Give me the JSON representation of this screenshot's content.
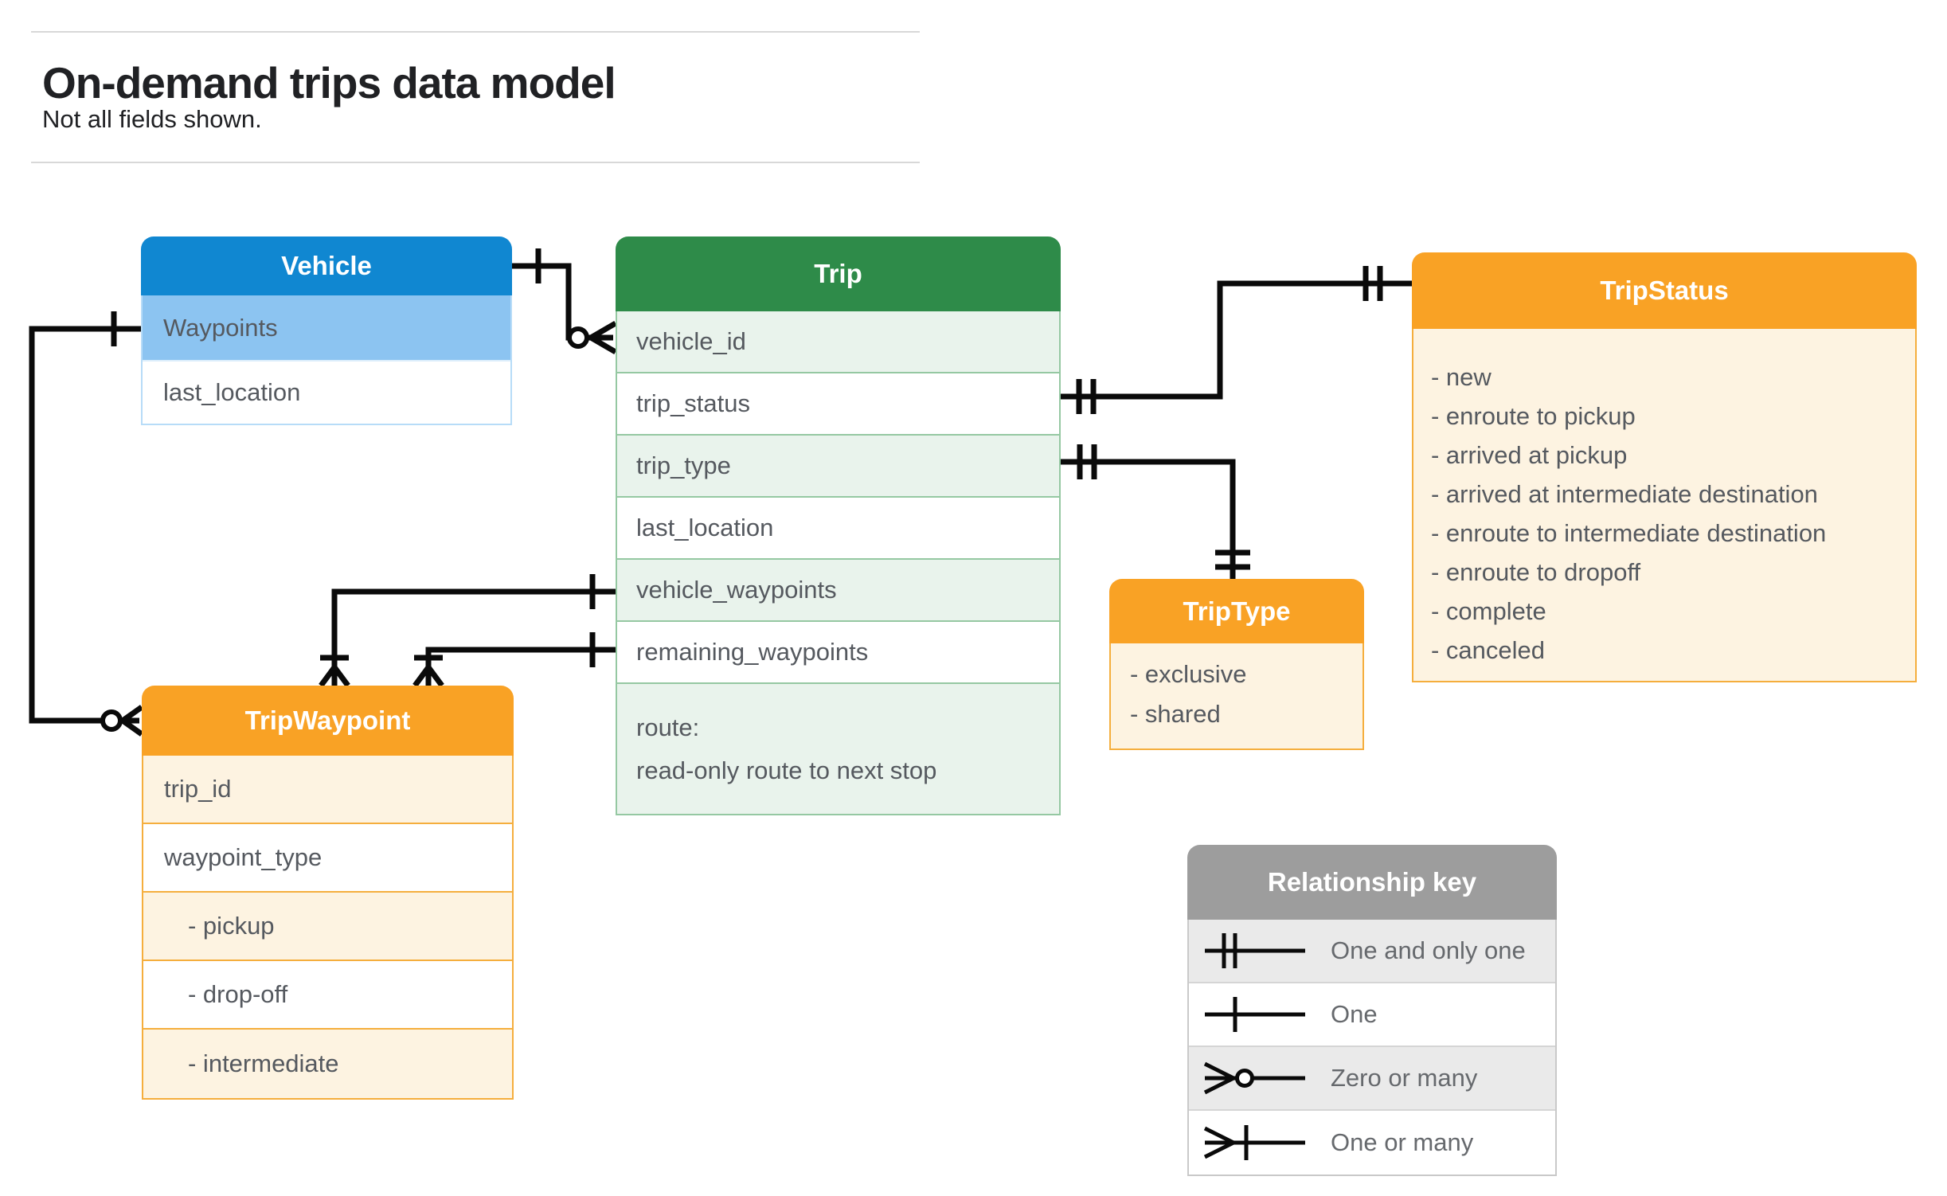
{
  "page": {
    "title": "On-demand trips data model",
    "subtitle": "Not all fields shown."
  },
  "entities": {
    "vehicle": {
      "title": "Vehicle",
      "fields": [
        "Waypoints",
        "last_location"
      ]
    },
    "trip": {
      "title": "Trip",
      "fields": [
        "vehicle_id",
        "trip_status",
        "trip_type",
        "last_location",
        "vehicle_waypoints",
        "remaining_waypoints"
      ],
      "route_field": {
        "line1": "route:",
        "line2": "read-only route to next stop"
      }
    },
    "trip_status": {
      "title": "TripStatus",
      "values": [
        "- new",
        "- enroute to pickup",
        "- arrived at pickup",
        "- arrived at intermediate destination",
        "- enroute to intermediate destination",
        "- enroute to dropoff",
        "- complete",
        "- canceled"
      ]
    },
    "trip_waypoint": {
      "title": "TripWaypoint",
      "fields": [
        "trip_id",
        "waypoint_type"
      ],
      "values": [
        "- pickup",
        "- drop-off",
        "- intermediate"
      ]
    },
    "trip_type": {
      "title": "TripType",
      "values": [
        "- exclusive",
        "- shared"
      ]
    }
  },
  "legend": {
    "title": "Relationship key",
    "rows": [
      {
        "icon": "one-and-only-one-icon",
        "label": "One and only one"
      },
      {
        "icon": "one-icon",
        "label": "One"
      },
      {
        "icon": "zero-or-many-icon",
        "label": "Zero or many"
      },
      {
        "icon": "one-or-many-icon",
        "label": "One or many"
      }
    ]
  },
  "colors": {
    "vehicle_header": "#1087d1",
    "vehicle_highlight_row": "#8cc4f1",
    "trip_header": "#2e8b49",
    "trip_row_tint": "#e9f3ec",
    "enum_header_orange": "#f9a225",
    "enum_row_cream": "#fdf3e1",
    "legend_header_gray": "#9d9d9d",
    "legend_row_tint": "#eaeaea",
    "connector": "#0a0a0a",
    "field_text": "#55595f"
  }
}
